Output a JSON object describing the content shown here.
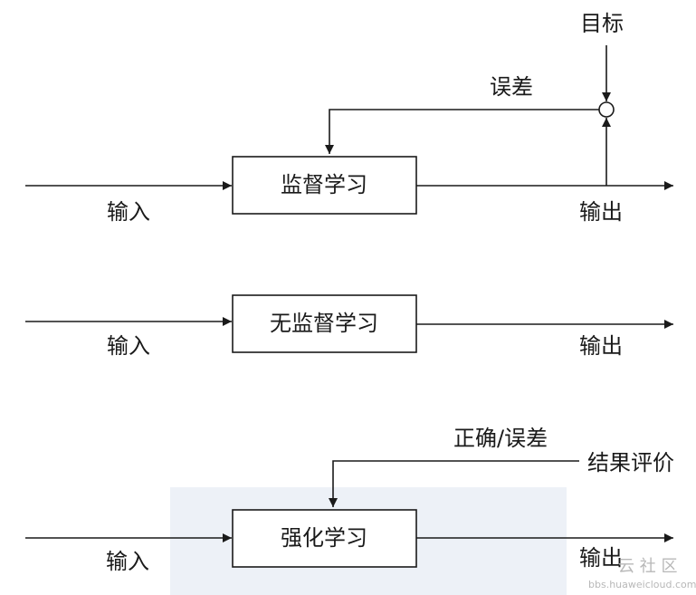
{
  "diagram": {
    "supervised": {
      "box_label": "监督学习",
      "input_label": "输入",
      "output_label": "输出",
      "target_label": "目标",
      "error_label": "误差"
    },
    "unsupervised": {
      "box_label": "无监督学习",
      "input_label": "输入",
      "output_label": "输出"
    },
    "reinforcement": {
      "box_label": "强化学习",
      "input_label": "输入",
      "output_label": "输出",
      "feedback_label": "正确/误差",
      "evaluation_label": "结果评价"
    }
  },
  "watermark": {
    "text": "云 社 区",
    "url": "bbs.huaweicloud.com",
    "color": "#b8b8b8"
  }
}
